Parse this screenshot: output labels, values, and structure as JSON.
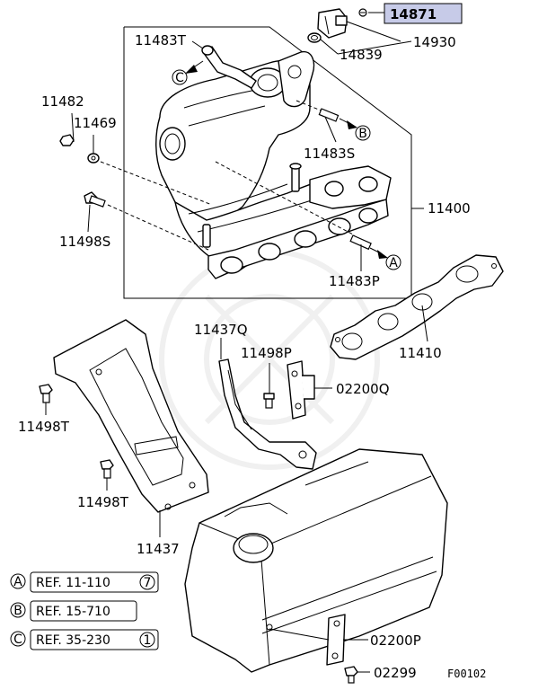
{
  "parts": {
    "p14871": "14871",
    "p14930": "14930",
    "p14839": "14839",
    "p11483T": "11483T",
    "p11482": "11482",
    "p11469": "11469",
    "p11483S": "11483S",
    "p11400": "11400",
    "p11498S": "11498S",
    "p11483P": "11483P",
    "p11410": "11410",
    "p11437Q": "11437Q",
    "p11498P": "11498P",
    "p02200Q": "02200Q",
    "p11498T_top": "11498T",
    "p11498T_bottom": "11498T",
    "p11437": "11437",
    "p02200P": "02200P",
    "p02299": "02299"
  },
  "markers": {
    "a": "A",
    "b": "B",
    "c": "C"
  },
  "references": [
    {
      "marker": "A",
      "text": "REF. 11-110",
      "suffix": "7"
    },
    {
      "marker": "B",
      "text": "REF. 15-710",
      "suffix": ""
    },
    {
      "marker": "C",
      "text": "REF. 35-230",
      "suffix": "1"
    }
  ],
  "figure_code": "F00102",
  "colors": {
    "highlight_fill": "#c7cbe8",
    "line": "#000000",
    "watermark": "#f2f2f2"
  }
}
